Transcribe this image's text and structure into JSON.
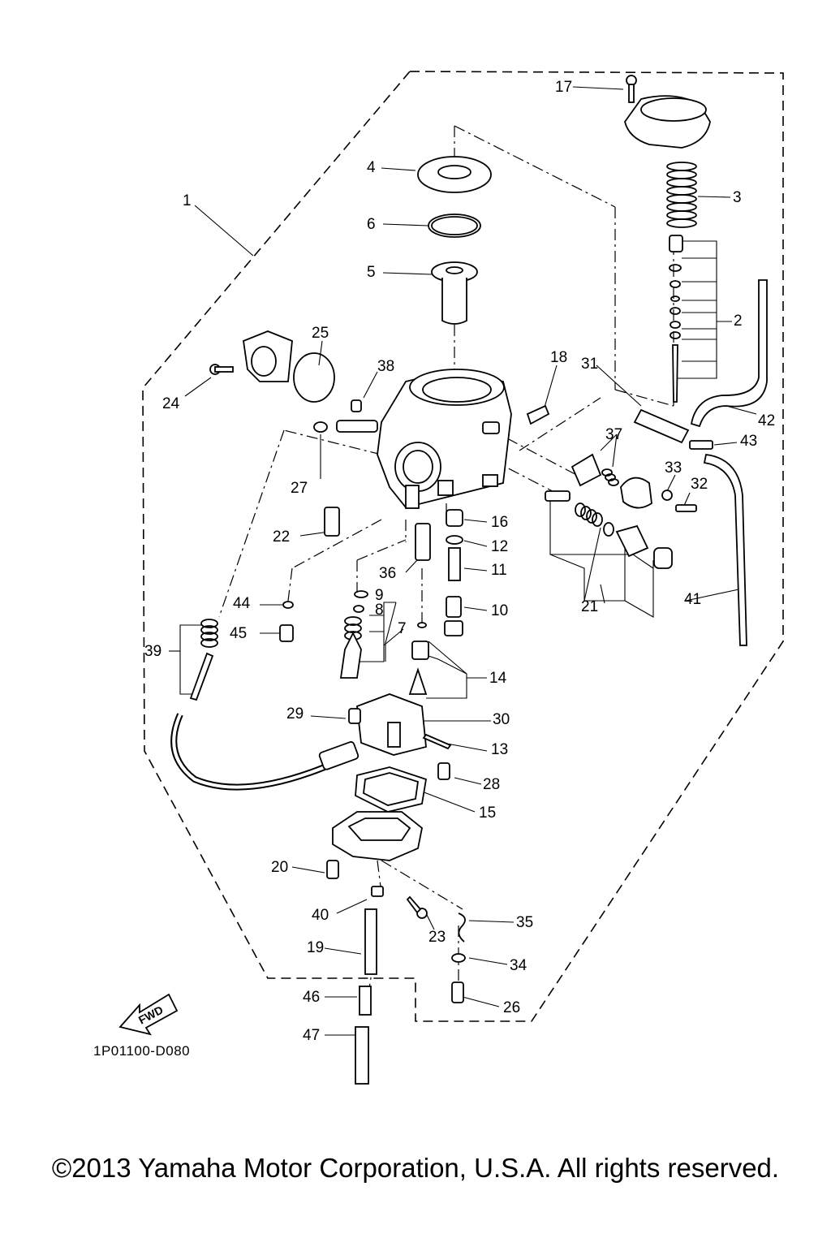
{
  "diagram": {
    "diagram_code": "1P01100-D080",
    "fwd_label": "FWD",
    "copyright": "©2013 Yamaha Motor Corporation, U.S.A. All rights reserved.",
    "callouts": [
      "1",
      "2",
      "3",
      "4",
      "5",
      "6",
      "7",
      "8",
      "9",
      "10",
      "11",
      "12",
      "13",
      "14",
      "15",
      "16",
      "17",
      "18",
      "19",
      "20",
      "21",
      "22",
      "23",
      "24",
      "25",
      "26",
      "27",
      "28",
      "29",
      "30",
      "31",
      "32",
      "33",
      "34",
      "35",
      "36",
      "37",
      "38",
      "39",
      "40",
      "41",
      "42",
      "43",
      "44",
      "45",
      "46",
      "47"
    ]
  }
}
